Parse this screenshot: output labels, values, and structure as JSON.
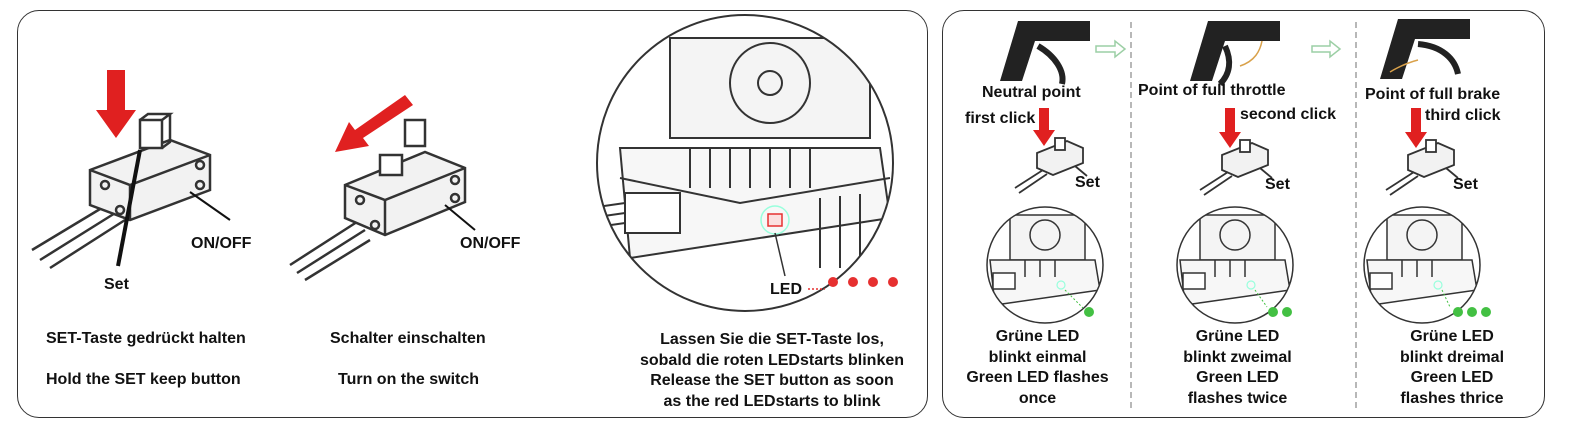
{
  "step1": {
    "label_onoff": "ON/OFF",
    "label_set": "Set",
    "caption_de": "SET-Taste gedrückt halten",
    "caption_en": "Hold the SET keep button"
  },
  "step2": {
    "label_onoff": "ON/OFF",
    "caption_de": "Schalter einschalten",
    "caption_en": "Turn on the switch"
  },
  "step3": {
    "label_led": "LED",
    "caption_lines": [
      "Lassen Sie die SET-Taste los,",
      "sobald die roten LEDstarts blinken",
      "Release the SET button as soon",
      "as the red LEDstarts to blink"
    ]
  },
  "calibration": {
    "neutral": {
      "title": "Neutral point",
      "click": "first click",
      "set": "Set",
      "caption_lines": [
        "Grüne LED",
        "blinkt einmal",
        "Green LED flashes",
        "once"
      ]
    },
    "full_throttle": {
      "title": "Point of full throttle",
      "click": "second click",
      "set": "Set",
      "caption_lines": [
        "Grüne LED",
        "blinkt zweimal",
        "Green LED",
        "flashes twice"
      ]
    },
    "full_brake": {
      "title": "Point of full brake",
      "click": "third click",
      "set": "Set",
      "caption_lines": [
        "Grüne LED",
        "blinkt dreimal",
        "Green LED",
        "flashes thrice"
      ]
    }
  },
  "colors": {
    "arrow_red": "#e02020",
    "led_red": "#e63030",
    "led_green": "#43c043",
    "outline": "#333333"
  }
}
